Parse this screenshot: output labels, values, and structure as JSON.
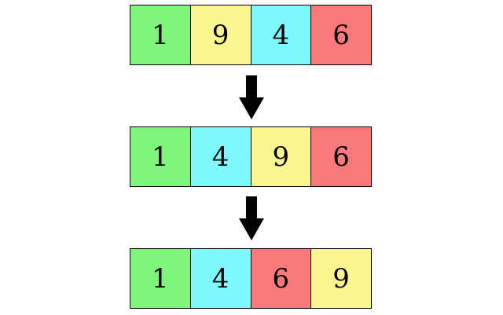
{
  "colors": {
    "green": "#7ef57a",
    "yellow": "#fbf58f",
    "cyan": "#7ef9fb",
    "red": "#f9787a"
  },
  "rows": [
    {
      "cells": [
        {
          "value": "1",
          "color": "#7ef57a"
        },
        {
          "value": "9",
          "color": "#fbf58f"
        },
        {
          "value": "4",
          "color": "#7ef9fb"
        },
        {
          "value": "6",
          "color": "#f9787a"
        }
      ]
    },
    {
      "cells": [
        {
          "value": "1",
          "color": "#7ef57a"
        },
        {
          "value": "4",
          "color": "#7ef9fb"
        },
        {
          "value": "9",
          "color": "#fbf58f"
        },
        {
          "value": "6",
          "color": "#f9787a"
        }
      ]
    },
    {
      "cells": [
        {
          "value": "1",
          "color": "#7ef57a"
        },
        {
          "value": "4",
          "color": "#7ef9fb"
        },
        {
          "value": "6",
          "color": "#f9787a"
        },
        {
          "value": "9",
          "color": "#fbf58f"
        }
      ]
    }
  ],
  "arrows": [
    "down-arrow-icon",
    "down-arrow-icon"
  ]
}
